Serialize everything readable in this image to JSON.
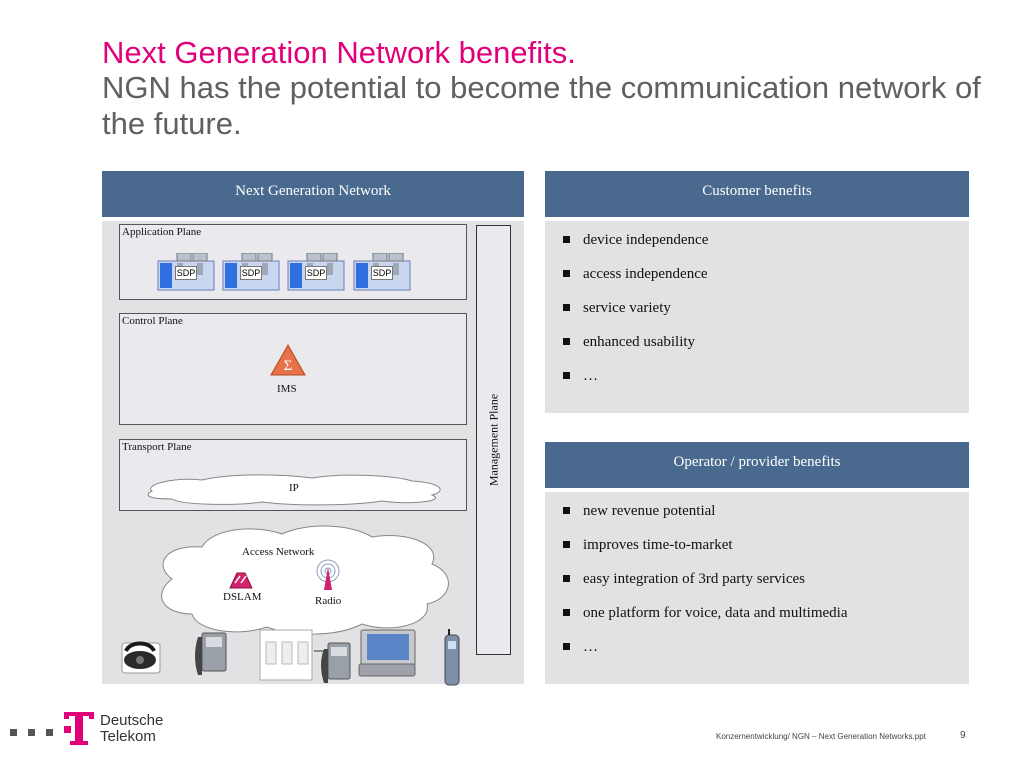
{
  "title": {
    "line1": "Next Generation Network benefits.",
    "line2": "NGN has the potential to become the communication network of the future."
  },
  "diagram": {
    "header": "Next Generation Network",
    "application_plane": "Application Plane",
    "sdp_label": "SDP",
    "control_plane": "Control Plane",
    "ims": "IMS",
    "transport_plane": "Transport Plane",
    "ip": "IP",
    "access_network": "Access Network",
    "dslam": "DSLAM",
    "radio": "Radio",
    "management_plane": "Management Plane"
  },
  "customer": {
    "header": "Customer benefits",
    "items": [
      "device independence",
      "access independence",
      "service variety",
      "enhanced usability",
      "…"
    ]
  },
  "operator": {
    "header": "Operator / provider benefits",
    "items": [
      "new revenue potential",
      "improves time-to-market",
      "easy integration of 3rd party services",
      "one platform for voice, data and multimedia",
      "…"
    ]
  },
  "footer": {
    "logo_line1": "Deutsche",
    "logo_line2": "Telekom",
    "source": "Konzernentwicklung/ NGN – Next Generation Networks.ppt",
    "page": "9"
  },
  "colors": {
    "brand_magenta": "#e2007a",
    "header_blue": "#496a8e",
    "panel_gray": "#e2e2e4"
  }
}
